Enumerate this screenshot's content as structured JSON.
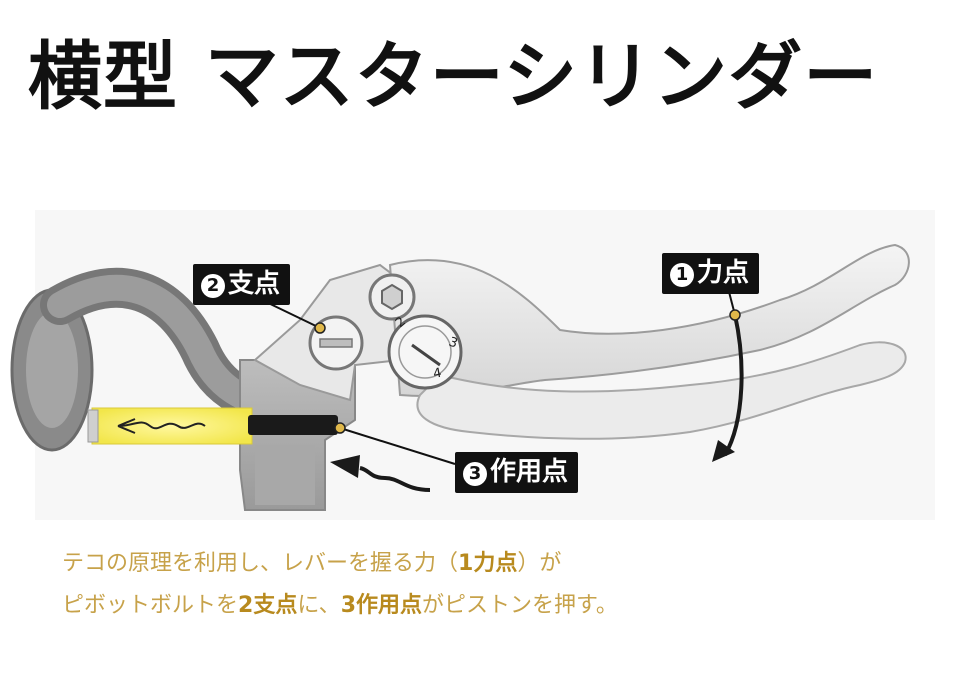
{
  "title": "横型 マスターシリンダー",
  "labels": {
    "force_num": "1",
    "force_text": "力点",
    "fulcrum_num": "2",
    "fulcrum_text": "支点",
    "effort_num": "3",
    "effort_text": "作用点"
  },
  "lever_scale": [
    "2",
    "3",
    "4"
  ],
  "description": {
    "line1_a": "テコの原理を利用し、レバーを握る力（",
    "line1_num": "1",
    "line1_b": "力点",
    "line1_c": "）が",
    "line2_a": "ピボットボルトを",
    "line2_num1": "2",
    "line2_b": "支点",
    "line2_c": "に、",
    "line2_num2": "3",
    "line2_d": "作用点",
    "line2_e": "がピストンを押す。"
  },
  "colors": {
    "text_gold": "#c7a24a",
    "text_gold_bold": "#b88a1e",
    "piston_glow": "#f2e64a",
    "label_bg": "#111111",
    "dot": "#e0b84a"
  }
}
